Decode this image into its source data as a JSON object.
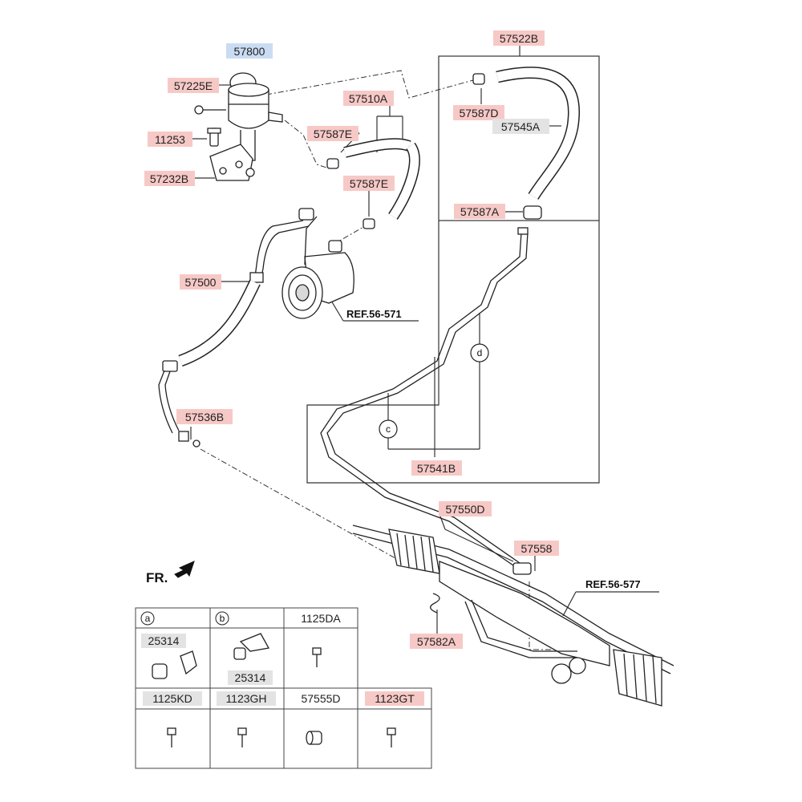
{
  "callouts": {
    "p57800": "57800",
    "p57225E": "57225E",
    "p11253": "11253",
    "p57232B": "57232B",
    "p57510A": "57510A",
    "p57587E_1": "57587E",
    "p57587E_2": "57587E",
    "p57522B": "57522B",
    "p57587D": "57587D",
    "p57545A": "57545A",
    "p57587A": "57587A",
    "p57500": "57500",
    "p57536B": "57536B",
    "p57541B": "57541B",
    "p57550D": "57550D",
    "p57558": "57558",
    "p57582A": "57582A"
  },
  "references": {
    "ref1": "REF.56-571",
    "ref2": "REF.56-577"
  },
  "direction_label": "FR.",
  "circle_marks": {
    "c": "c",
    "d": "d"
  },
  "table": {
    "header_a_mark": "a",
    "header_b_mark": "b",
    "header_c": "1125DA",
    "cell_a_part": "25314",
    "cell_b_part": "25314",
    "row2": [
      "1125KD",
      "1123GH",
      "57555D",
      "1123GT"
    ]
  },
  "colors": {
    "label_red": "#f6c9c6",
    "label_blue": "#c9dcf3",
    "label_gray": "#e3e3e3",
    "line": "#333333"
  }
}
